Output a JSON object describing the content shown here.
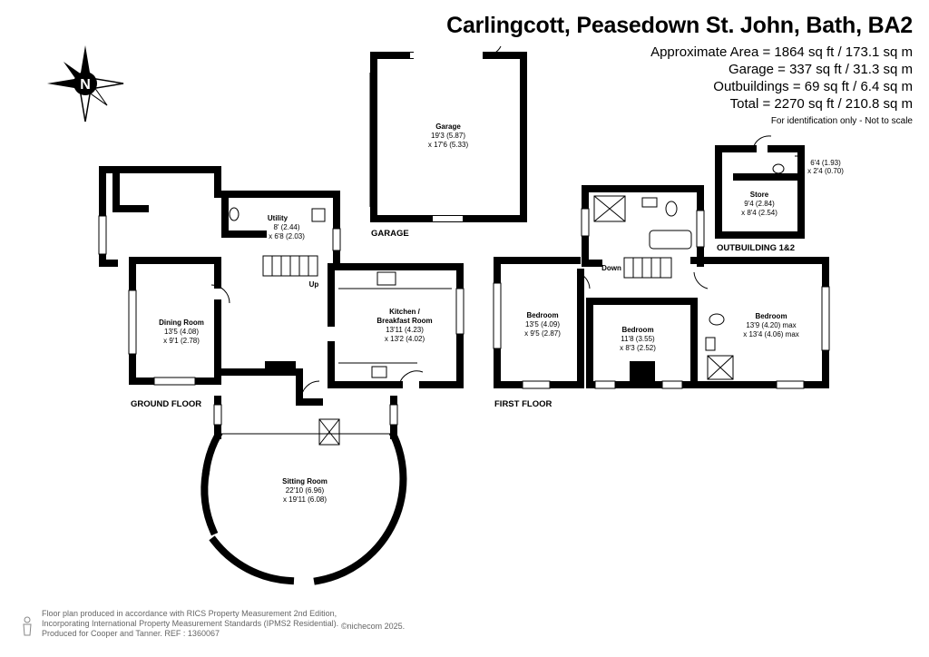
{
  "header": {
    "title": "Carlingcott, Peasedown St. John, Bath, BA2",
    "area_lines": [
      "Approximate Area = 1864 sq ft / 173.1 sq m",
      "Garage = 337 sq ft / 31.3 sq m",
      "Outbuildings = 69 sq ft / 6.4 sq m",
      "Total = 2270 sq ft / 210.8 sq m"
    ],
    "note": "For identification only - Not to scale"
  },
  "compass": {
    "letter": "N"
  },
  "labels": {
    "ground_floor": "GROUND FLOOR",
    "first_floor": "FIRST FLOOR",
    "garage_section": "GARAGE",
    "outbuilding_section": "OUTBUILDING 1&2",
    "up": "Up",
    "down": "Down"
  },
  "rooms": {
    "garage": {
      "name": "Garage",
      "dims": [
        "19'3 (5.87)",
        "x 17'6 (5.33)"
      ]
    },
    "utility": {
      "name": "Utility",
      "dims": [
        "8' (2.44)",
        "x 6'8 (2.03)"
      ]
    },
    "dining": {
      "name": "Dining Room",
      "dims": [
        "13'5 (4.08)",
        "x 9'1 (2.78)"
      ]
    },
    "kitchen": {
      "name": "Kitchen /",
      "name2": "Breakfast Room",
      "dims": [
        "13'11 (4.23)",
        "x 13'2 (4.02)"
      ]
    },
    "sitting": {
      "name": "Sitting Room",
      "dims": [
        "22'10 (6.96)",
        "x 19'11 (6.08)"
      ]
    },
    "bedroom1": {
      "name": "Bedroom",
      "dims": [
        "13'5 (4.09)",
        "x 9'5 (2.87)"
      ]
    },
    "bedroom2": {
      "name": "Bedroom",
      "dims": [
        "11'8 (3.55)",
        "x 8'3 (2.52)"
      ]
    },
    "bedroom3": {
      "name": "Bedroom",
      "dims": [
        "13'9 (4.20) max",
        "x 13'4 (4.06)  max"
      ]
    },
    "store": {
      "name": "Store",
      "dims": [
        "9'4 (2.84)",
        "x 8'4 (2.54)"
      ]
    },
    "outbuilding_wc": {
      "dims": [
        "6'4 (1.93)",
        "x 2'4 (0.70)"
      ]
    }
  },
  "footer": {
    "lines": [
      "Floor plan produced in accordance with RICS Property Measurement 2nd Edition,",
      "Incorporating International Property Measurement Standards (IPMS2 Residential).",
      "Produced for Cooper and Tanner.   REF : 1360067"
    ],
    "brand": "©nichecom 2025."
  }
}
